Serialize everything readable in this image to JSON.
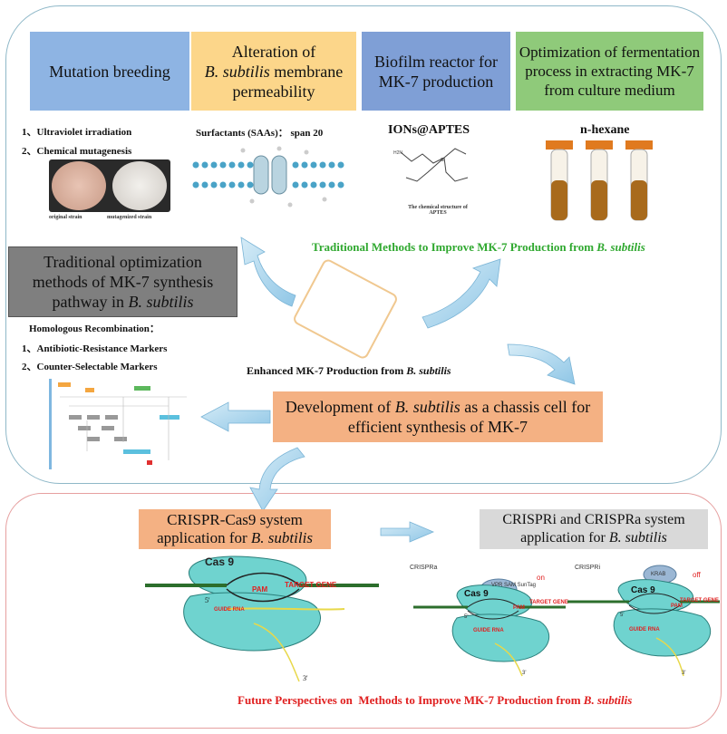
{
  "top_boxes": {
    "mutation": "Mutation breeding",
    "alteration_line1": "Alteration of",
    "alteration_line2_italic": "B. subtilis",
    "alteration_line2_rest": " membrane",
    "alteration_line3": "permeability",
    "biofilm": "Biofilm reactor for MK-7 production",
    "optimization": "Optimization of fermentation process in extracting MK-7 from culture medium"
  },
  "mutation": {
    "item1": "1、Ultraviolet irradiation",
    "item2": "2、Chemical mutagenesis",
    "label_left": "original strain",
    "label_right": "mutagenized strain"
  },
  "surfactant_label": "Surfactants (SAAs)： span 20",
  "ions_label": "IONs@APTES",
  "ions_caption": "The chemical structure of APTES",
  "hexane_label": "n-hexane",
  "traditional_methods": {
    "text": "Traditional Methods to Improve MK-7 Production from ",
    "italic": "B. subtilis"
  },
  "traditional_opt": {
    "line1": "Traditional optimization",
    "line2": "methods of MK-7 synthesis",
    "line3_pre": "pathway in ",
    "line3_italic": "B. subtilis"
  },
  "homologous": {
    "title": "Homologous Recombination：",
    "item1": "1、Antibiotic-Resistance Markers",
    "item2": "2、Counter-Selectable Markers"
  },
  "enhanced": {
    "text": "Enhanced MK-7 Production from ",
    "italic": "B. subtilis"
  },
  "development": {
    "pre": "Development of ",
    "italic": "B. subtilis",
    "post": " as a chassis cell for efficient synthesis of MK-7"
  },
  "crispr_cas9": {
    "line1": "CRISPR-Cas9 system",
    "line2_pre": "application for ",
    "line2_italic": "B. subtilis"
  },
  "crispri": {
    "line1": "CRISPRi and CRISPRa system",
    "line2_pre": "application for ",
    "line2_italic": "B. subtilis"
  },
  "diagrams": {
    "cas9": "Cas 9",
    "target_gene": "TARGET GENE",
    "pam": "PAM",
    "guide_rna": "GUIDE RNA",
    "five_prime": "5'",
    "three_prime": "3'",
    "crispra_label": "CRISPRa",
    "crispri_label": "CRISPRi",
    "vpr": "VPR SAM SunTag",
    "on": "on",
    "krab": "KRAB",
    "off": "off"
  },
  "future": {
    "text": "Future Perspectives on  Methods to Improve MK-7 Production from ",
    "italic": "B. subtilis"
  }
}
